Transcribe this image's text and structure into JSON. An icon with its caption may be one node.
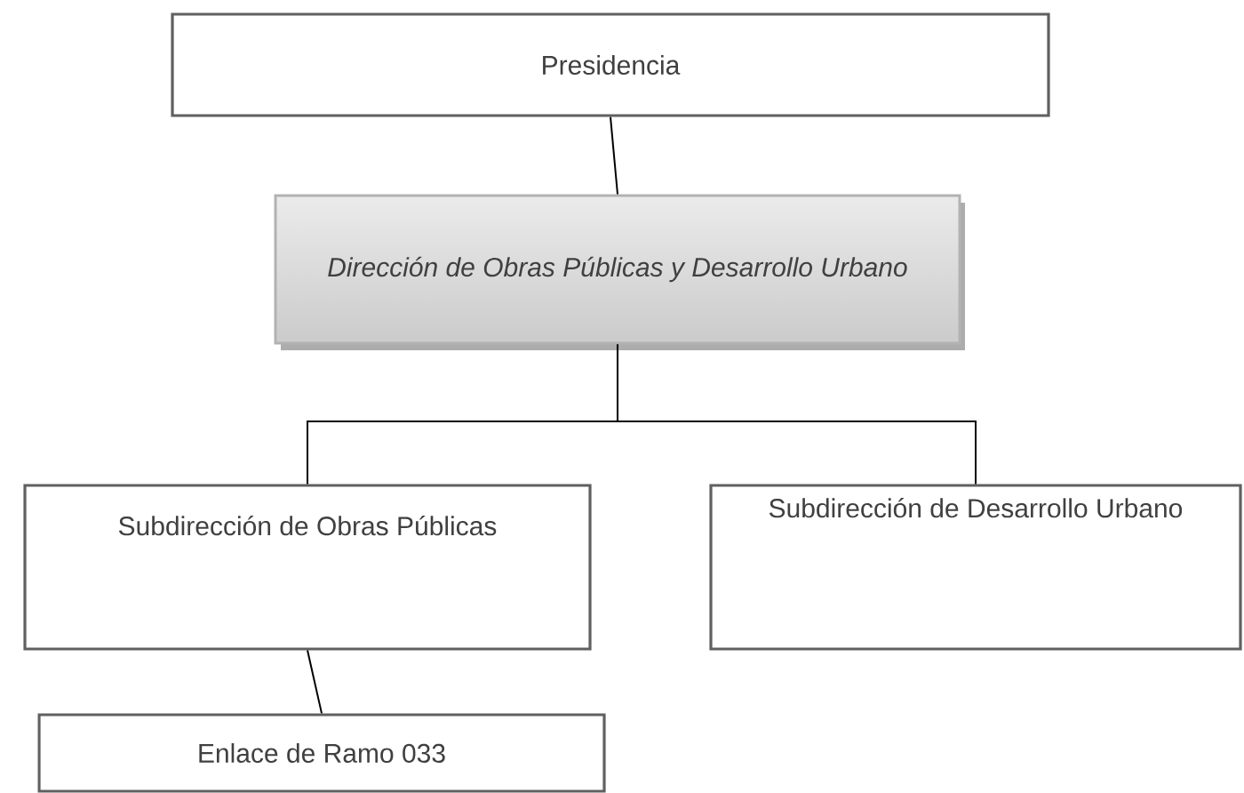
{
  "diagram": {
    "nodes": [
      {
        "text": [
          "Presidencia"
        ]
      },
      {
        "text": [
          "Dirección de Obras Públicas y Desarrollo Urbano"
        ]
      },
      {
        "text": [
          "Subdirección de Obras Públicas"
        ]
      },
      {
        "text": [
          "Subdirección de Desarrollo Urbano"
        ]
      },
      {
        "text": [
          "Enlace de Ramo 033"
        ]
      }
    ],
    "edges": [
      {
        "from": 0,
        "to": 1,
        "arrow": "none"
      },
      {
        "from": 1,
        "to": 2,
        "arrow": "none"
      },
      {
        "from": 1,
        "to": 3,
        "arrow": "none"
      },
      {
        "from": 2,
        "to": 4,
        "arrow": "none"
      }
    ]
  }
}
